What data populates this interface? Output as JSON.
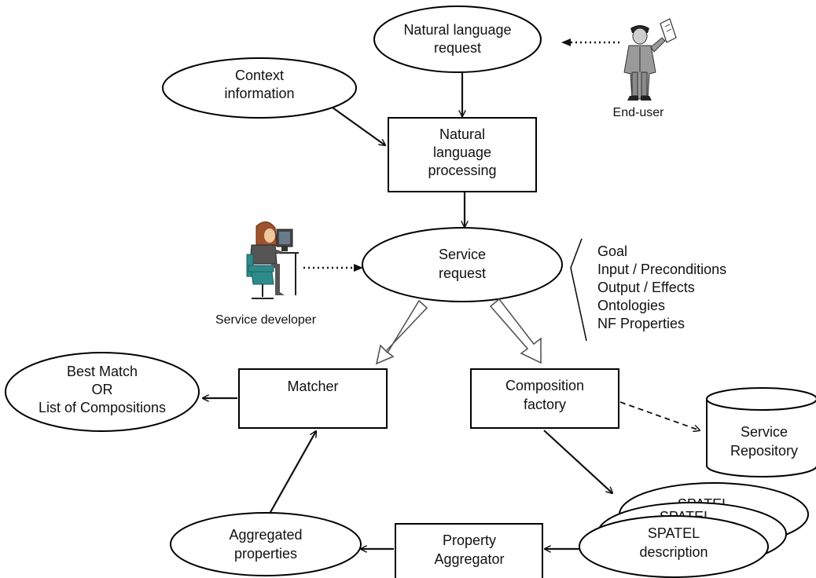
{
  "nodes": {
    "nl_request": [
      "Natural language",
      "request"
    ],
    "context_info": [
      "Context",
      "information"
    ],
    "nl_processing": [
      "Natural",
      "language",
      "processing"
    ],
    "service_request": [
      "Service",
      "request"
    ],
    "matcher": [
      "Matcher"
    ],
    "composition_factory": [
      "Composition",
      "factory"
    ],
    "best_match": [
      "Best Match",
      "OR",
      "List of Compositions"
    ],
    "service_repository": [
      "Service",
      "Repository"
    ],
    "spatel_back": "SPATEL",
    "spatel_mid": "SPATEL",
    "spatel_front": [
      "SPATEL",
      "description"
    ],
    "property_aggregator": [
      "Property",
      "Aggregator"
    ],
    "aggregated_properties": [
      "Aggregated",
      "properties"
    ]
  },
  "actors": {
    "end_user": "End-user",
    "service_developer": "Service developer"
  },
  "request_contents": [
    "Goal",
    "Input / Preconditions",
    "Output / Effects",
    "Ontologies",
    "NF Properties"
  ],
  "colors": {
    "stroke": "#000000",
    "text": "#111111",
    "background": "#ffffff",
    "developer_hair": "#a0522d",
    "developer_chair": "#2e8b8b"
  },
  "icons": [
    "end-user-figure-icon",
    "service-developer-at-computer-icon"
  ]
}
